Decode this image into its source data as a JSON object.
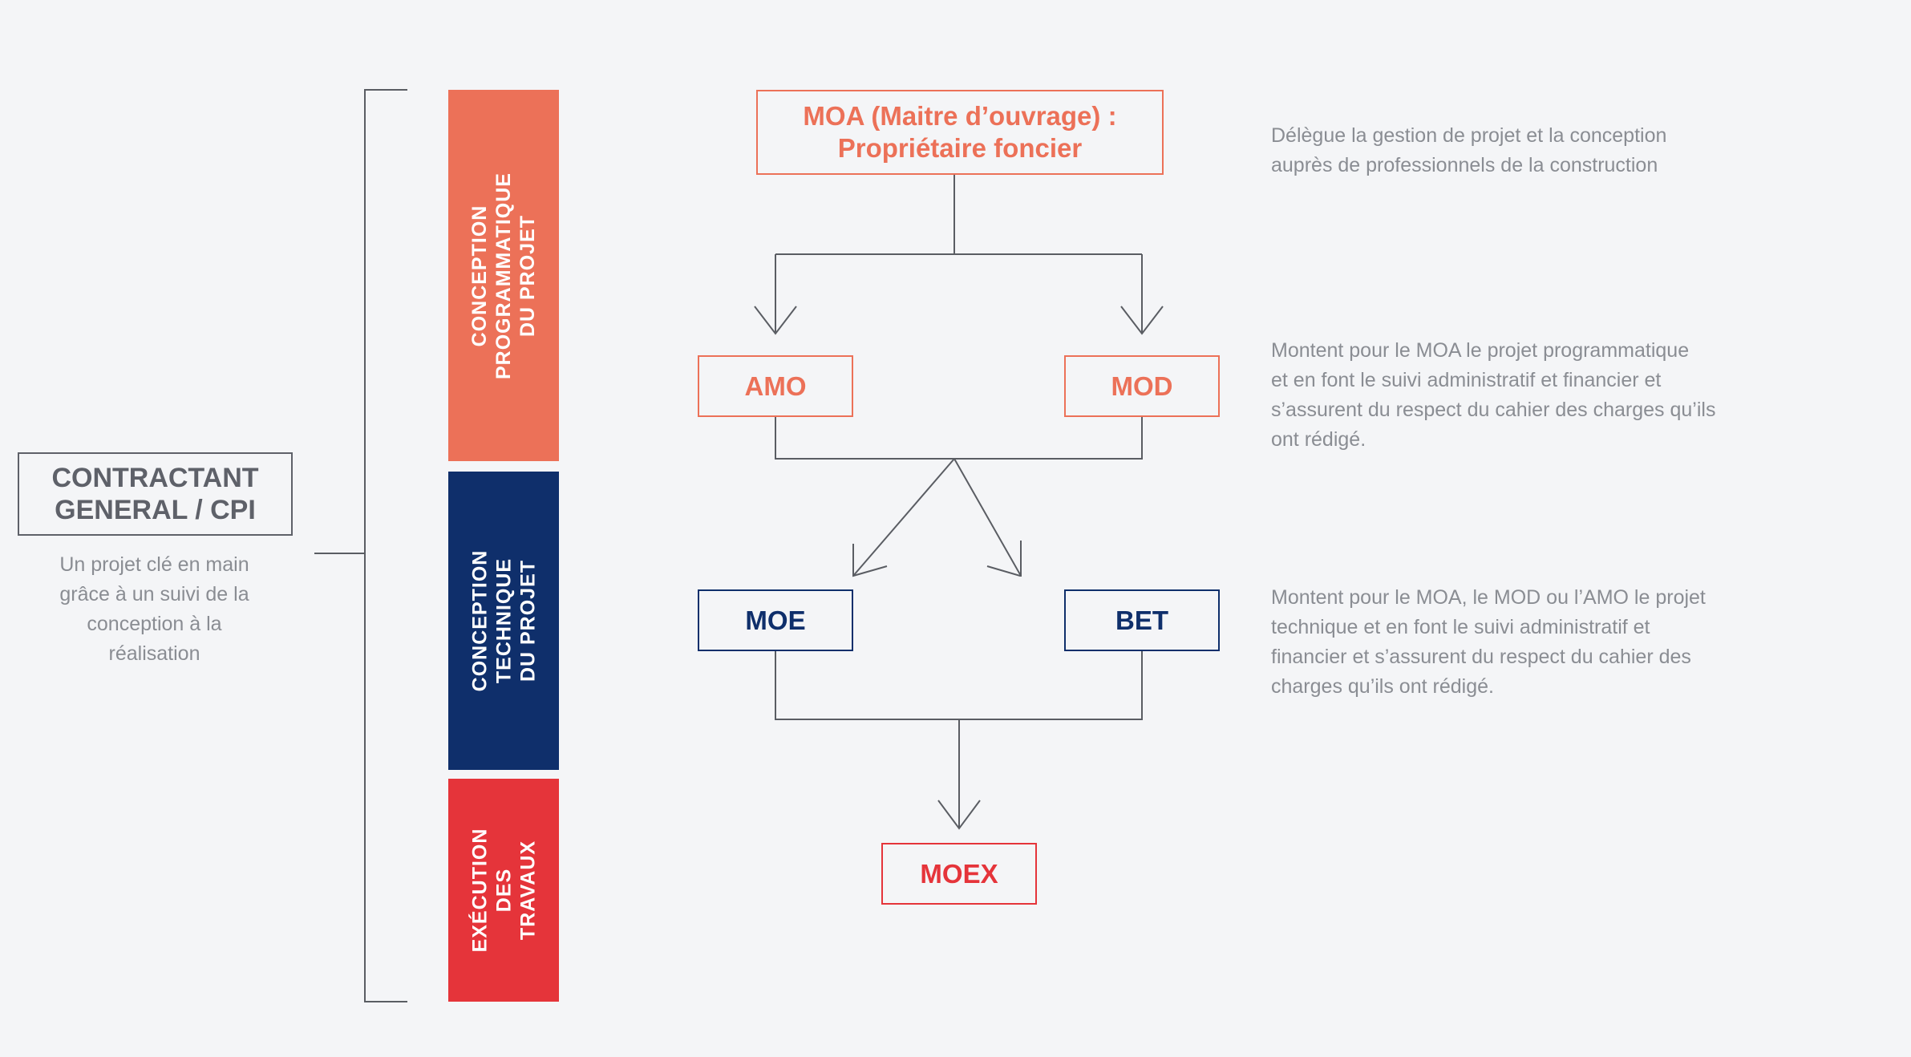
{
  "colors": {
    "orange": "#ec7158",
    "navy": "#0f2f6b",
    "red": "#e5343a",
    "gray": "#5e6169",
    "text_gray": "#8a8d93",
    "background": "#f4f5f7"
  },
  "contractant": {
    "title": "CONTRACTANT\nGENERAL / CPI",
    "description": "Un projet clé en main\ngrâce à un suivi de la\nconception à la\nréalisation"
  },
  "phases": [
    {
      "label": "CONCEPTION\nPROGRAMMATIQUE\nDU PROJET",
      "color": "#ec7158"
    },
    {
      "label": "CONCEPTION\nTECHNIQUE\nDU PROJET",
      "color": "#0f2f6b"
    },
    {
      "label": "EXÉCUTION\nDES TRAVAUX",
      "color": "#e5343a"
    }
  ],
  "nodes": {
    "moa": "MOA (Maitre d’ouvrage) :\nPropriétaire foncier",
    "amo": "AMO",
    "mod": "MOD",
    "moe": "MOE",
    "bet": "BET",
    "moex": "MOEX"
  },
  "descriptions": {
    "moa": "Délègue la gestion de projet et la conception\nauprès de professionnels de la construction",
    "amo_mod": "Montent pour le MOA le projet programmatique\net en font le suivi administratif et financier et\ns’assurent du respect du cahier des charges qu’ils\nont rédigé.",
    "moe_bet": "Montent pour le MOA, le MOD ou l’AMO  le projet\ntechnique et en font le suivi administratif et\nfinancier et s’assurent du respect du cahier des\ncharges qu’ils ont rédigé."
  }
}
